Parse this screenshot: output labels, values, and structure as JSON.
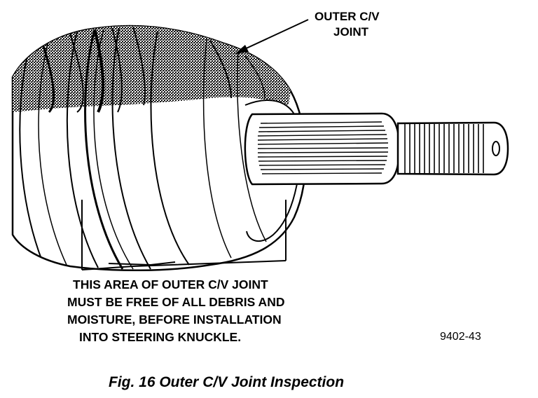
{
  "labels": {
    "outer_cv_joint_line1": "OUTER C/V",
    "outer_cv_joint_line2": "JOINT",
    "area_note_line1": "THIS AREA OF OUTER C/V JOINT",
    "area_note_line2": "MUST BE FREE OF ALL DEBRIS AND",
    "area_note_line3": "MOISTURE, BEFORE INSTALLATION",
    "area_note_line4": "INTO STEERING KNUCKLE."
  },
  "figure_number": "9402-43",
  "caption": "Fig. 16 Outer C/V Joint Inspection",
  "colors": {
    "ink": "#000000",
    "paper": "#ffffff",
    "shade": "#3a3a3a"
  }
}
